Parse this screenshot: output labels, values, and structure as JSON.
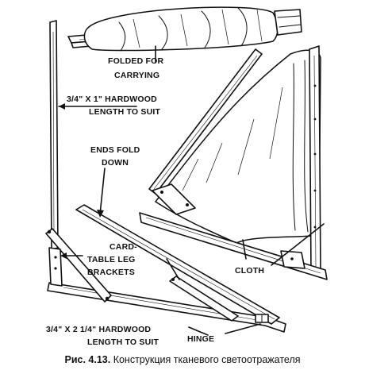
{
  "labels": {
    "folded": [
      "FOLDED FOR",
      "CARRYING"
    ],
    "vertical_stock": [
      "3/4\" X 1\" HARDWOOD",
      "LENGTH TO SUIT"
    ],
    "ends_fold": [
      "ENDS FOLD",
      "DOWN"
    ],
    "brackets": [
      "CARD-",
      "TABLE LEG",
      "BRACKETS"
    ],
    "cloth": "CLOTH",
    "base_stock": [
      "3/4\" X 2 1/4\" HARDWOOD",
      "LENGTH TO SUIT"
    ],
    "hinge": "HINGE"
  },
  "caption": {
    "number": "Рис. 4.13.",
    "text": " Конструкция тканевого светоотражателя"
  }
}
